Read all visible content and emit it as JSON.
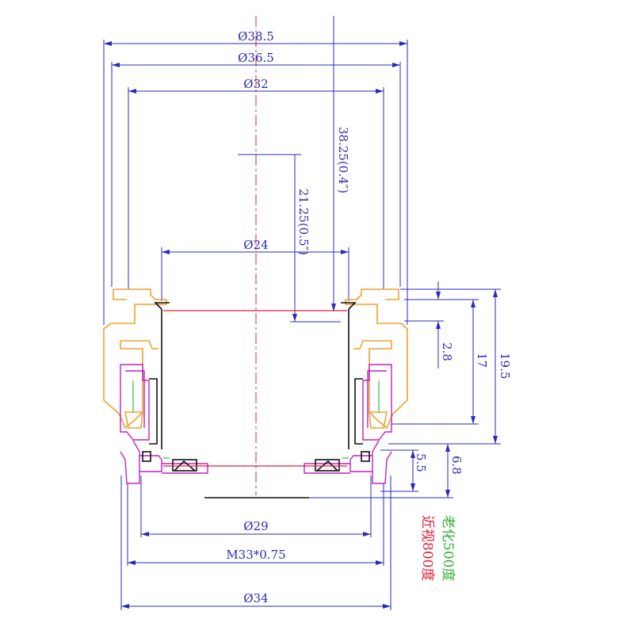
{
  "dimensions": {
    "d385": "Ø38.5",
    "d365": "Ø36.5",
    "d32": "Ø32",
    "d24": "Ø24",
    "d29": "Ø29",
    "m33": "M33*0.75",
    "d34": "Ø34",
    "h3825": "38.25(0.4″)",
    "h2125": "21.25(0.5″)",
    "h28": "2.8",
    "h17": "17",
    "h195": "19.5",
    "h55": "5.5",
    "h68": "6.8"
  },
  "notes": {
    "presbyopia": "老化500度",
    "myopia": "近视800度"
  },
  "colors": {
    "dimension": "#2b2bb8",
    "housing": "#f0a030",
    "insert": "#c020c0",
    "lens_tube": "#111111",
    "centerline": "#e0203a",
    "presbyopia_note": "#30b030",
    "myopia_note": "#e0203a"
  }
}
